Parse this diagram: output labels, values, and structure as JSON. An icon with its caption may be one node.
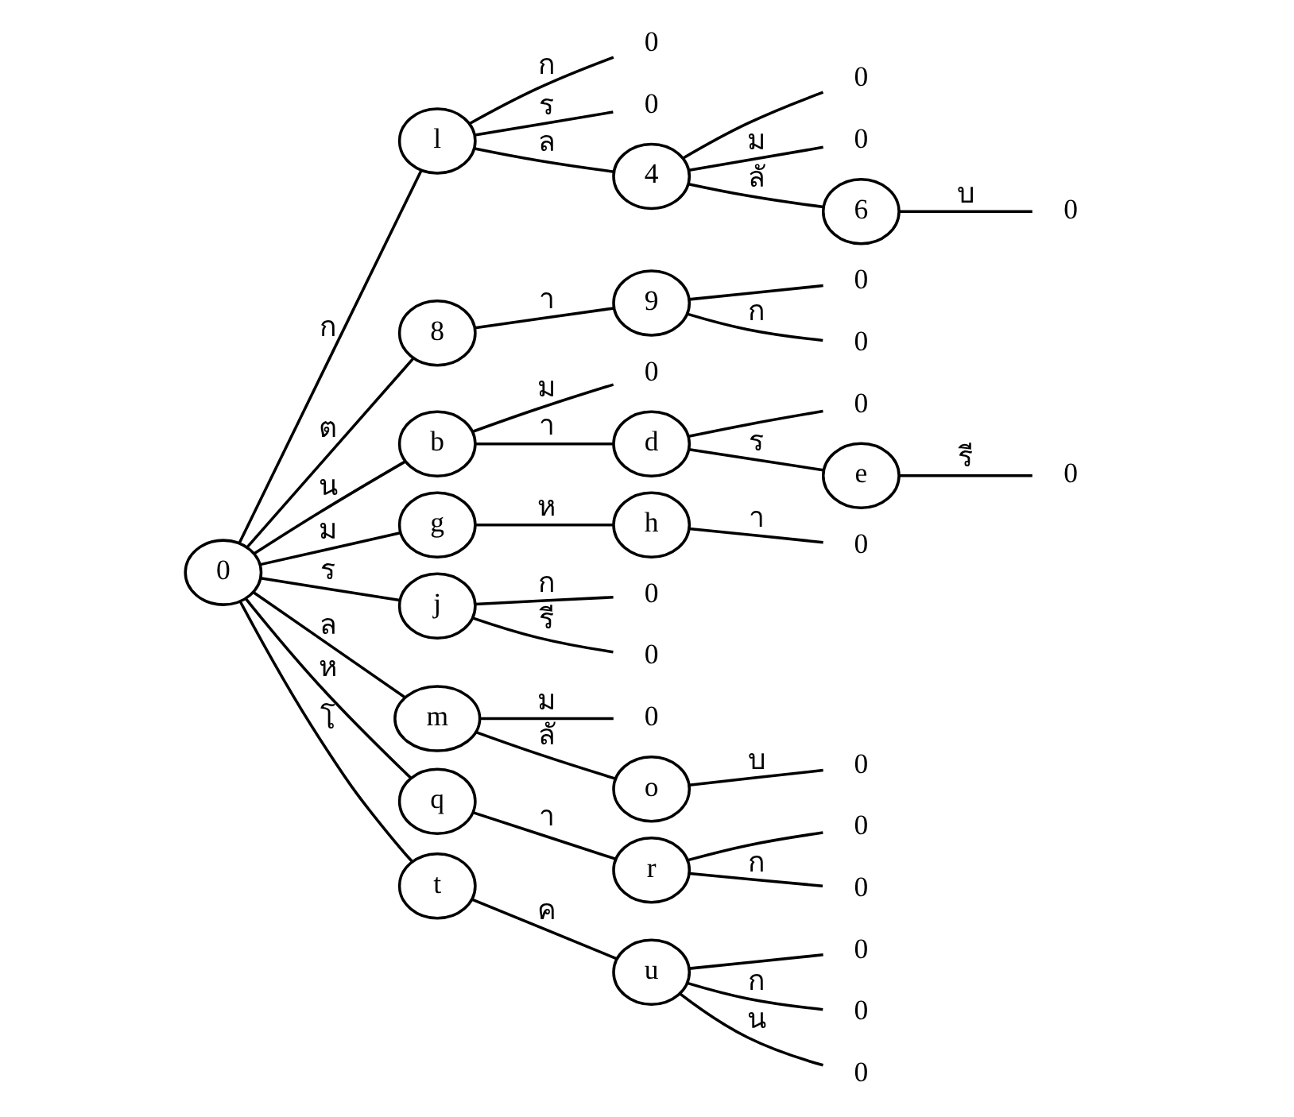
{
  "diagram": {
    "nodes": [
      {
        "text": [
          "0"
        ]
      },
      {
        "text": [
          "l"
        ]
      },
      {
        "text": [
          "8"
        ]
      },
      {
        "text": [
          "b"
        ]
      },
      {
        "text": [
          "g"
        ]
      },
      {
        "text": [
          "j"
        ]
      },
      {
        "text": [
          "m"
        ]
      },
      {
        "text": [
          "q"
        ]
      },
      {
        "text": [
          "t"
        ]
      },
      {
        "text": [
          "0"
        ]
      },
      {
        "text": [
          "0"
        ]
      },
      {
        "text": [
          "4"
        ]
      },
      {
        "text": [
          "0"
        ]
      },
      {
        "text": [
          "0"
        ]
      },
      {
        "text": [
          "6"
        ]
      },
      {
        "text": [
          "0"
        ]
      },
      {
        "text": [
          "9"
        ]
      },
      {
        "text": [
          "0"
        ]
      },
      {
        "text": [
          "0"
        ]
      },
      {
        "text": [
          "0"
        ]
      },
      {
        "text": [
          "d"
        ]
      },
      {
        "text": [
          "0"
        ]
      },
      {
        "text": [
          "e"
        ]
      },
      {
        "text": [
          "0"
        ]
      },
      {
        "text": [
          "h"
        ]
      },
      {
        "text": [
          "0"
        ]
      },
      {
        "text": [
          "0"
        ]
      },
      {
        "text": [
          "0"
        ]
      },
      {
        "text": [
          "0"
        ]
      },
      {
        "text": [
          "o"
        ]
      },
      {
        "text": [
          "0"
        ]
      },
      {
        "text": [
          "r"
        ]
      },
      {
        "text": [
          "0"
        ]
      },
      {
        "text": [
          "0"
        ]
      },
      {
        "text": [
          "u"
        ]
      },
      {
        "text": [
          "0"
        ]
      },
      {
        "text": [
          "0"
        ]
      },
      {
        "text": [
          "0"
        ]
      }
    ],
    "edges": [
      {
        "from": 0,
        "to": 1,
        "arrow": "none",
        "label": "ก"
      },
      {
        "from": 0,
        "to": 2,
        "arrow": "none",
        "label": "ต"
      },
      {
        "from": 0,
        "to": 3,
        "arrow": "none",
        "label": "น"
      },
      {
        "from": 0,
        "to": 4,
        "arrow": "none",
        "label": "ม"
      },
      {
        "from": 0,
        "to": 5,
        "arrow": "none",
        "label": "ร"
      },
      {
        "from": 0,
        "to": 6,
        "arrow": "none",
        "label": "ล"
      },
      {
        "from": 0,
        "to": 7,
        "arrow": "none",
        "label": "ห"
      },
      {
        "from": 0,
        "to": 8,
        "arrow": "none",
        "label": "โ"
      },
      {
        "from": 1,
        "to": 9,
        "arrow": "none",
        "label": "ก"
      },
      {
        "from": 1,
        "to": 10,
        "arrow": "none",
        "label": "ร"
      },
      {
        "from": 1,
        "to": 11,
        "arrow": "none",
        "label": "ล"
      },
      {
        "from": 11,
        "to": 12,
        "arrow": "none"
      },
      {
        "from": 11,
        "to": 13,
        "arrow": "none",
        "label": "ม"
      },
      {
        "from": 11,
        "to": 14,
        "arrow": "none",
        "label": "ลั"
      },
      {
        "from": 14,
        "to": 15,
        "arrow": "none",
        "label": "บ"
      },
      {
        "from": 2,
        "to": 16,
        "arrow": "none",
        "label": "า"
      },
      {
        "from": 16,
        "to": 17,
        "arrow": "none"
      },
      {
        "from": 16,
        "to": 18,
        "arrow": "none",
        "label": "ก"
      },
      {
        "from": 3,
        "to": 19,
        "arrow": "none",
        "label": "ม"
      },
      {
        "from": 3,
        "to": 20,
        "arrow": "none",
        "label": "า"
      },
      {
        "from": 20,
        "to": 21,
        "arrow": "none"
      },
      {
        "from": 20,
        "to": 22,
        "arrow": "none",
        "label": "ร"
      },
      {
        "from": 22,
        "to": 23,
        "arrow": "none",
        "label": "รี"
      },
      {
        "from": 4,
        "to": 24,
        "arrow": "none",
        "label": "ห"
      },
      {
        "from": 24,
        "to": 25,
        "arrow": "none",
        "label": "า"
      },
      {
        "from": 5,
        "to": 26,
        "arrow": "none",
        "label": "ก"
      },
      {
        "from": 5,
        "to": 27,
        "arrow": "none",
        "label": "รี"
      },
      {
        "from": 6,
        "to": 28,
        "arrow": "none",
        "label": "ม"
      },
      {
        "from": 6,
        "to": 29,
        "arrow": "none",
        "label": "ลั"
      },
      {
        "from": 29,
        "to": 30,
        "arrow": "none",
        "label": "บ"
      },
      {
        "from": 7,
        "to": 31,
        "arrow": "none",
        "label": "า"
      },
      {
        "from": 31,
        "to": 32,
        "arrow": "none"
      },
      {
        "from": 31,
        "to": 33,
        "arrow": "none",
        "label": "ก"
      },
      {
        "from": 8,
        "to": 34,
        "arrow": "none",
        "label": "ค"
      },
      {
        "from": 34,
        "to": 35,
        "arrow": "none"
      },
      {
        "from": 34,
        "to": 36,
        "arrow": "none",
        "label": "ก"
      },
      {
        "from": 34,
        "to": 37,
        "arrow": "none",
        "label": "น"
      }
    ]
  }
}
